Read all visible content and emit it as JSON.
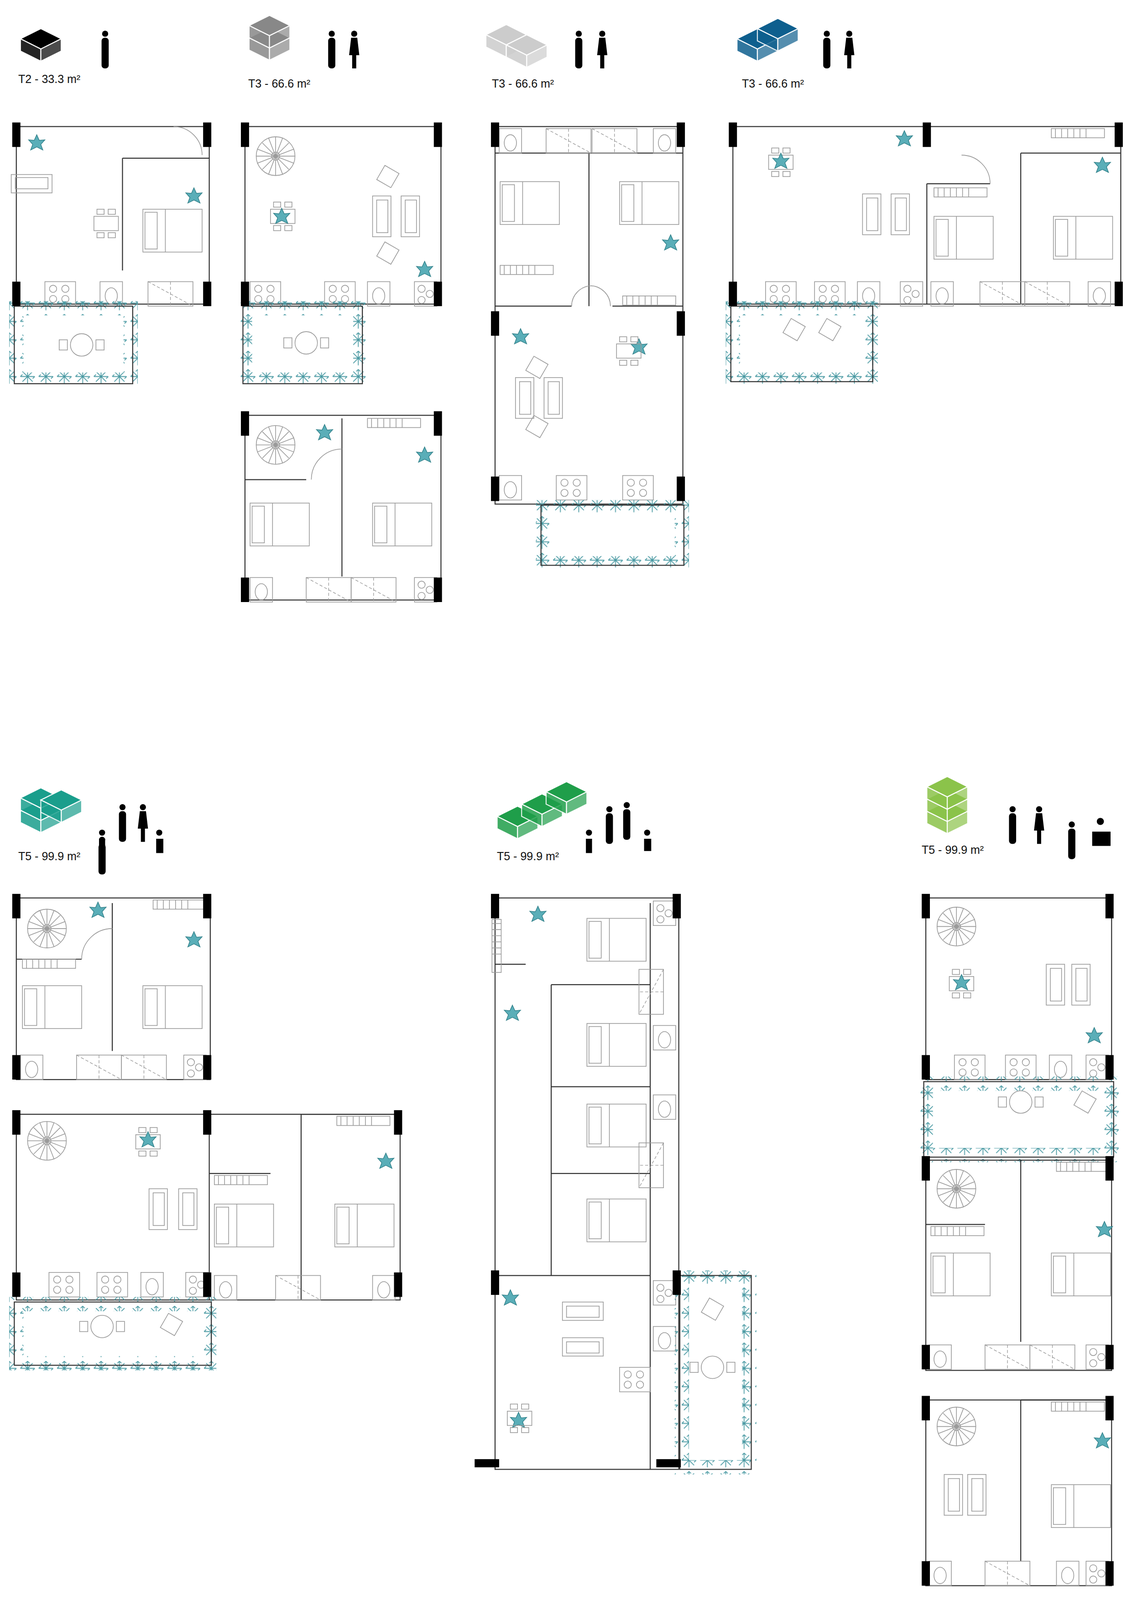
{
  "diagram": {
    "labels": [
      "T2 - 33.3 m²",
      "T3 - 66.6 m²",
      "T3 - 66.6 m²",
      "T3 - 66.6 m²",
      "T5 - 99.9 m²",
      "T5 - 99.9 m²",
      "T5 - 99.9 m²"
    ]
  }
}
